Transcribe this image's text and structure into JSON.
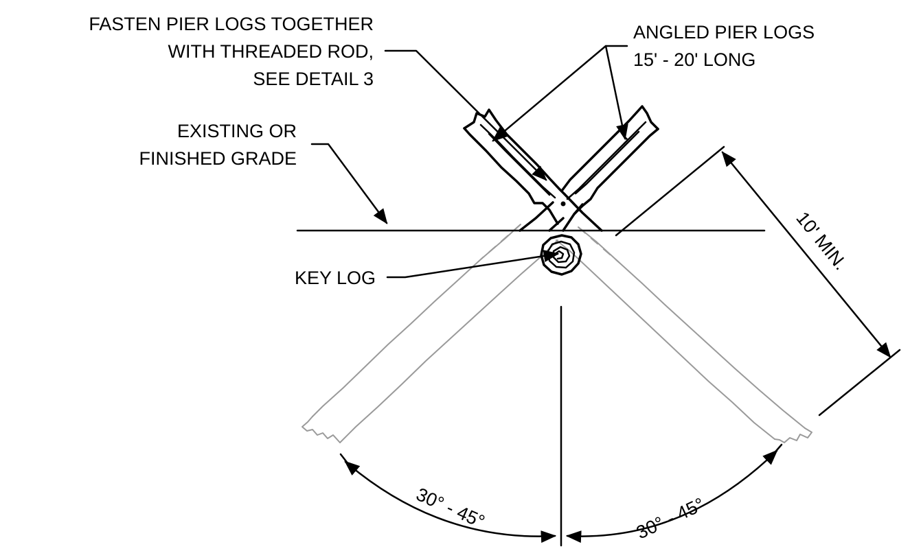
{
  "callouts": {
    "fasten": [
      "FASTEN PIER LOGS TOGETHER",
      "WITH THREADED ROD,",
      "SEE DETAIL 3"
    ],
    "angled_logs": [
      "ANGLED PIER LOGS",
      "15' - 20' LONG"
    ],
    "grade": [
      "EXISTING OR",
      "FINISHED GRADE"
    ],
    "key_log": "KEY LOG"
  },
  "dimensions": {
    "length": "10' MIN.",
    "angle_left": "30° - 45°",
    "angle_right": "30° - 45°"
  },
  "colors": {
    "ink": "#000000",
    "ghost": "#9a9a9a",
    "background": "#ffffff"
  }
}
